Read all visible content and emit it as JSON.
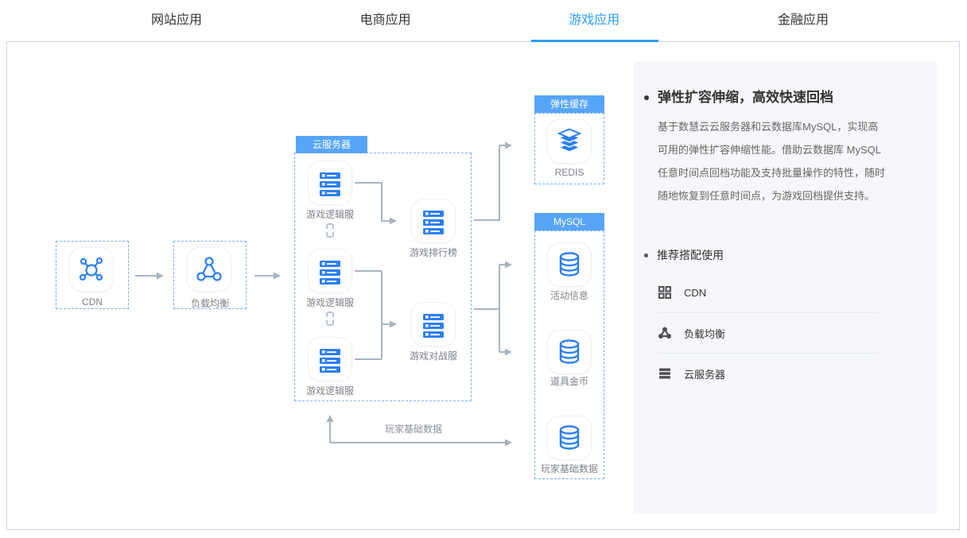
{
  "tabs": [
    {
      "label": "网站应用",
      "active": false
    },
    {
      "label": "电商应用",
      "active": false
    },
    {
      "label": "游戏应用",
      "active": true
    },
    {
      "label": "金融应用",
      "active": false
    }
  ],
  "diagram": {
    "cdn_label": "CDN",
    "clb_label": "负载均衡",
    "cvm_group_title": "云服务器",
    "logic_servers": [
      "游戏逻辑服",
      "游戏逻辑服",
      "游戏逻辑服"
    ],
    "rank_label": "游戏排行榜",
    "battle_label": "游戏对战服",
    "cache_group_title": "弹性缓存",
    "redis_label": "REDIS",
    "mysql_group_title": "MySQL",
    "db_nodes": [
      "活动信息",
      "道具金币",
      "玩家基础数据"
    ],
    "feedback_flow_label": "玩家基础数据"
  },
  "panel": {
    "feature_title": "弹性扩容伸缩，高效快速回档",
    "feature_desc": "基于数慧云云服务器和云数据库MySQL，实现高可用的弹性扩容伸缩性能。借助云数据库 MySQL 任意时间点回档功能及支持批量操作的特性，随时随地恢复到任意时间点，为游戏回档提供支持。",
    "recommend_title": "推荐搭配使用",
    "recommend_items": [
      {
        "icon": "cdn-grid-icon",
        "label": "CDN"
      },
      {
        "icon": "load-balancer-icon",
        "label": "负载均衡"
      },
      {
        "icon": "cloud-server-icon",
        "label": "云服务器"
      }
    ]
  },
  "colors": {
    "accent": "#2b9df3",
    "icon_blue": "#2b7ff2",
    "group_label_bg": "#57a5f8",
    "connector_gray": "#a9b3bf",
    "panel_bg": "#f6f7fa"
  }
}
